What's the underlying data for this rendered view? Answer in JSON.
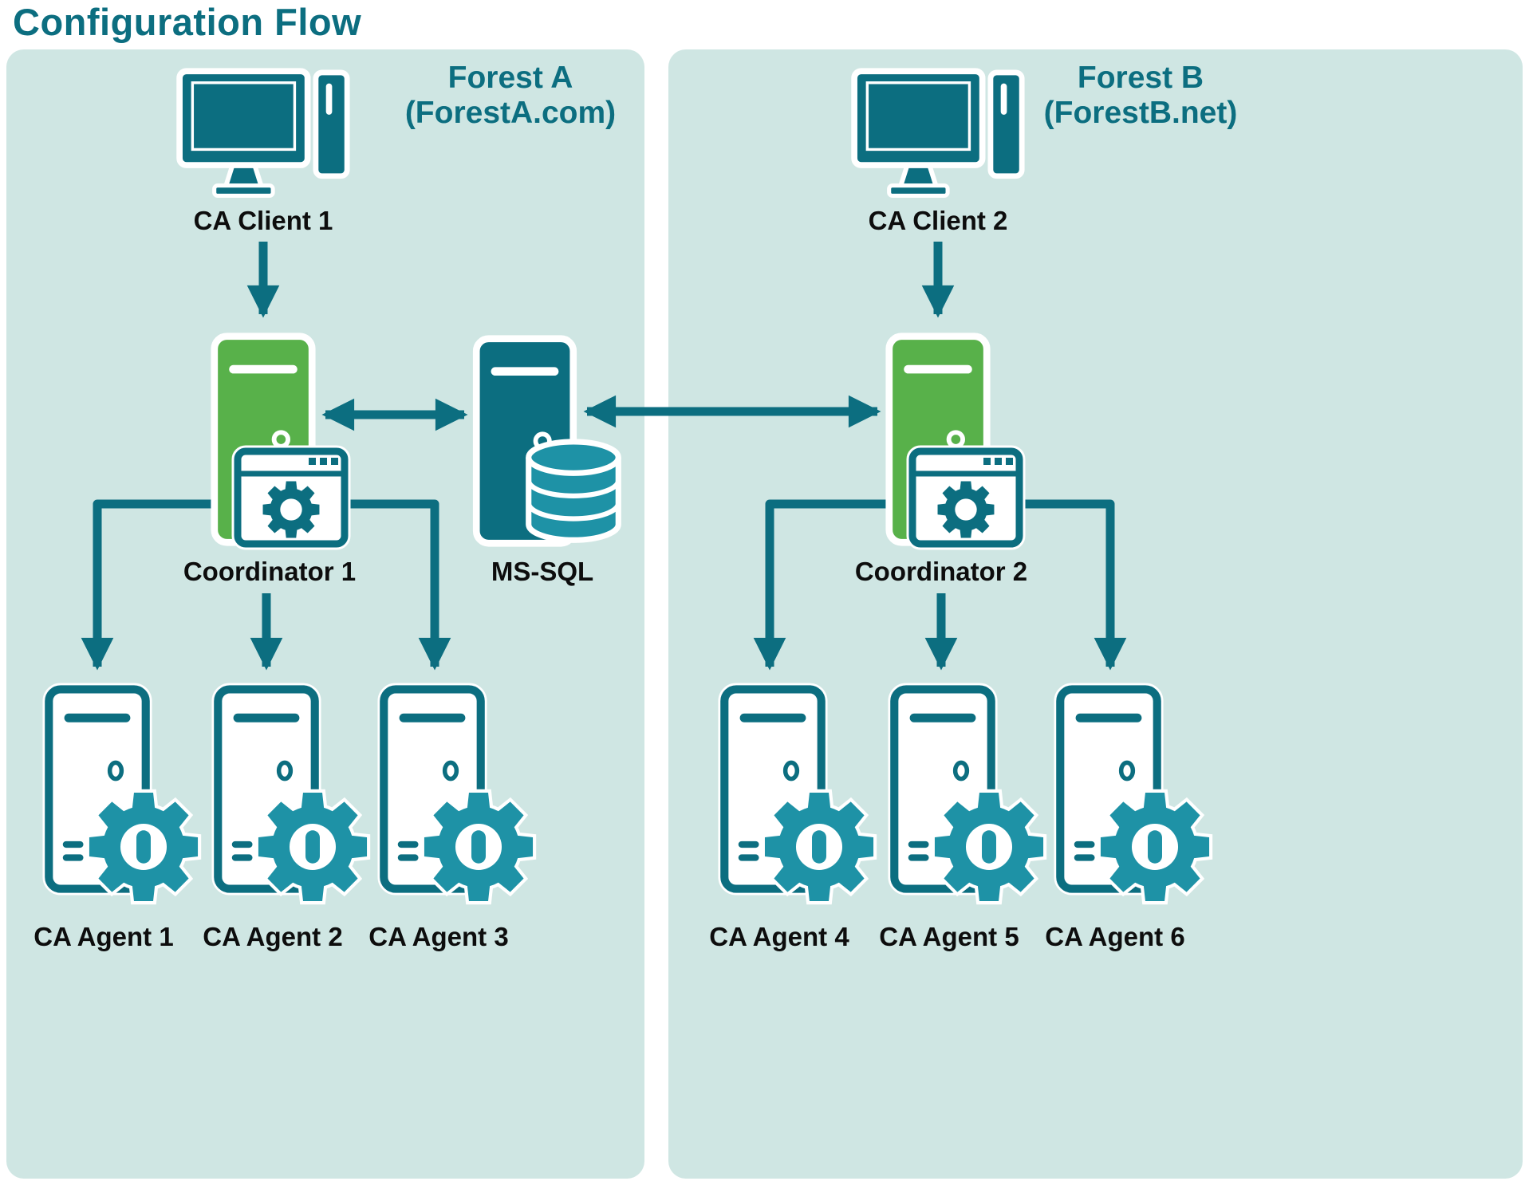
{
  "title": "Configuration Flow",
  "colors": {
    "dark_teal": "#0c6e80",
    "green": "#58b14a",
    "teal": "#1e92a6",
    "panel_bg": "#cfe6e3",
    "label_text": "#0d0d0d"
  },
  "forest_a": {
    "title_line1": "Forest A",
    "title_line2": "(ForestA.com)",
    "client_label": "CA Client 1",
    "coordinator_label": "Coordinator 1",
    "agent_labels": [
      "CA Agent 1",
      "CA Agent 2",
      "CA Agent 3"
    ]
  },
  "forest_b": {
    "title_line1": "Forest B",
    "title_line2": "(ForestB.net)",
    "client_label": "CA Client 2",
    "coordinator_label": "Coordinator 2",
    "agent_labels": [
      "CA Agent 4",
      "CA Agent 5",
      "CA Agent 6"
    ]
  },
  "database_label": "MS-SQL",
  "edges": [
    {
      "from": "CA Client 1",
      "to": "Coordinator 1",
      "type": "arrow"
    },
    {
      "from": "Coordinator 1",
      "to": "MS-SQL",
      "type": "double-arrow"
    },
    {
      "from": "MS-SQL",
      "to": "Coordinator 2",
      "type": "double-arrow"
    },
    {
      "from": "CA Client 2",
      "to": "Coordinator 2",
      "type": "arrow"
    },
    {
      "from": "Coordinator 1",
      "to": "CA Agent 1",
      "type": "arrow"
    },
    {
      "from": "Coordinator 1",
      "to": "CA Agent 2",
      "type": "arrow"
    },
    {
      "from": "Coordinator 1",
      "to": "CA Agent 3",
      "type": "arrow"
    },
    {
      "from": "Coordinator 2",
      "to": "CA Agent 4",
      "type": "arrow"
    },
    {
      "from": "Coordinator 2",
      "to": "CA Agent 5",
      "type": "arrow"
    },
    {
      "from": "Coordinator 2",
      "to": "CA Agent 6",
      "type": "arrow"
    }
  ]
}
